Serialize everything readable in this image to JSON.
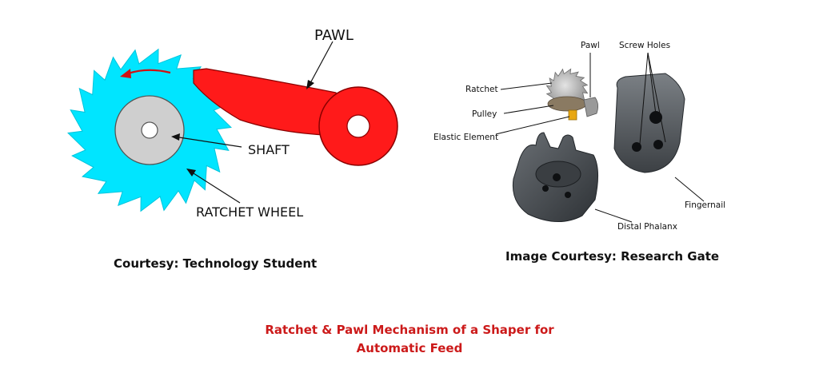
{
  "left_figure": {
    "labels": {
      "pawl": "PAWL",
      "shaft": "SHAFT",
      "ratchet_wheel": "RATCHET WHEEL"
    },
    "colors": {
      "wheel": "#00e5ff",
      "pawl": "#ff1a1a",
      "shaft": "#cfcfcf",
      "arrow": "#d11111"
    },
    "caption": "Courtesy: Technology Student"
  },
  "right_figure": {
    "labels": {
      "pawl": "Pawl",
      "screw_holes": "Screw Holes",
      "ratchet": "Ratchet",
      "pulley": "Pulley",
      "elastic_element": "Elastic Element",
      "fingernail": "Fingernail",
      "distal_phalanx": "Distal Phalanx"
    },
    "caption": "Image Courtesy: Research Gate"
  },
  "title": {
    "line1": "Ratchet & Pawl Mechanism of a Shaper for",
    "line2": "Automatic Feed",
    "color": "#cc1a1a"
  }
}
